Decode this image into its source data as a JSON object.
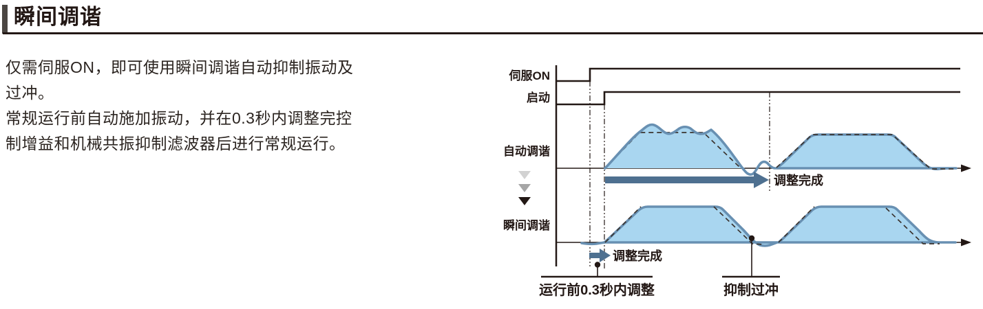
{
  "header": {
    "title": "瞬间调谐"
  },
  "description": {
    "lines": [
      "仅需伺服ON，即可使用瞬间调谐自动抑制振动及",
      "过冲。",
      "常规运行前自动施加振动，并在0.3秒内调整完控",
      "制增益和机械共振抑制滤波器后进行常规运行。"
    ]
  },
  "diagram": {
    "type": "timing-diagram",
    "labels": {
      "servo_on": "伺服ON",
      "start": "启动",
      "auto_tuning": "自动调谐",
      "instant_tuning": "瞬间调谐"
    },
    "annotations": {
      "auto_complete": "调整完成",
      "instant_complete": "调整完成",
      "pre_run_adjust": "运行前0.3秒内调整",
      "overshoot_suppress": "抑制过冲"
    },
    "signals": [
      {
        "name": "伺服ON",
        "shape": "step low→high, stays high"
      },
      {
        "name": "启动",
        "shape": "step low→high shortly after 伺服ON, stays high"
      },
      {
        "name": "自动调谐",
        "shape": "first move vibrates/overshoots command (dashed), settles after long adjustment arrow ending at 调整完成; second move clean trapezoid"
      },
      {
        "name": "瞬间调谐",
        "shape": "adjusted within 0.3 s before run (short arrow 调整完成); both moves clean trapezoids, overshoot suppressed at marked dot"
      }
    ],
    "icons": {
      "transition": "triple-triangle-down (light gray → gray → black)"
    },
    "colors": {
      "wave_fill": "#A9D6F0",
      "wave_stroke": "#6890B2",
      "arrow_blue": "#4E7090",
      "line_black": "#231815",
      "triangle_light": "#D2D2D2",
      "triangle_mid": "#A6A6A6"
    }
  }
}
